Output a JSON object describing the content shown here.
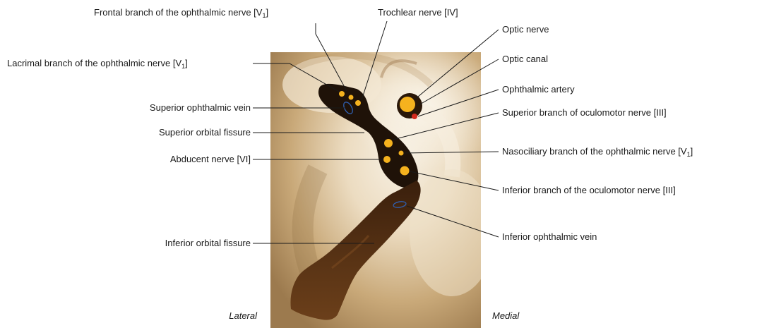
{
  "labels": {
    "frontal_branch": {
      "text": "Frontal branch of the ophthalmic nerve [V",
      "sub": "1",
      "close": "]"
    },
    "trochlear": {
      "text": "Trochlear nerve [IV]"
    },
    "optic_nerve": {
      "text": "Optic nerve"
    },
    "optic_canal": {
      "text": "Optic canal"
    },
    "lacrimal_branch": {
      "text": "Lacrimal branch of the ophthalmic nerve [V",
      "sub": "1",
      "close": "]"
    },
    "ophthalmic_artery": {
      "text": "Ophthalmic artery"
    },
    "superior_ophthalmic_vein": {
      "text": "Superior ophthalmic vein"
    },
    "superior_branch_oculomotor": {
      "text": "Superior branch of oculomotor nerve [III]"
    },
    "superior_orbital_fissure": {
      "text": "Superior orbital fissure"
    },
    "abducent": {
      "text": "Abducent nerve [VI]"
    },
    "nasociliary": {
      "text": "Nasociliary branch of the ophthalmic nerve [V",
      "sub": "1",
      "close": "]"
    },
    "inferior_branch_oculomotor": {
      "text": "Inferior branch of the oculomotor nerve [III]"
    },
    "inferior_ophthalmic_vein": {
      "text": "Inferior ophthalmic vein"
    },
    "inferior_orbital_fissure": {
      "text": "Inferior orbital fissure"
    }
  },
  "orientation": {
    "lateral": "Lateral",
    "medial": "Medial"
  },
  "colors": {
    "nerve": "#f5b21e",
    "artery": "#d42a1e",
    "vein_outline": "#2f5fb0",
    "fissure": "#2a1708",
    "background_tan": "#c8aa7e"
  }
}
